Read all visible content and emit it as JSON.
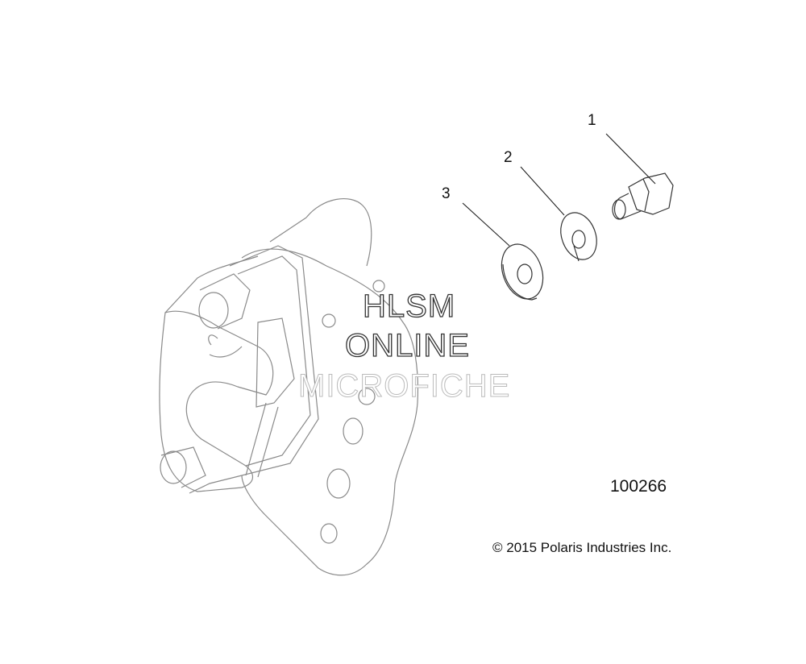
{
  "callouts": [
    {
      "number": "1",
      "part": "bolt"
    },
    {
      "number": "2",
      "part": "lock-washer"
    },
    {
      "number": "3",
      "part": "flat-washer"
    }
  ],
  "figure_number": "100266",
  "copyright": "© 2015 Polaris Industries Inc.",
  "watermark": {
    "line1": "HLSM",
    "line2": "ONLINE",
    "line3": "MICROFICHE"
  },
  "colors": {
    "line": "#8a8a8a",
    "dark_line": "#333333",
    "text": "#111111"
  }
}
